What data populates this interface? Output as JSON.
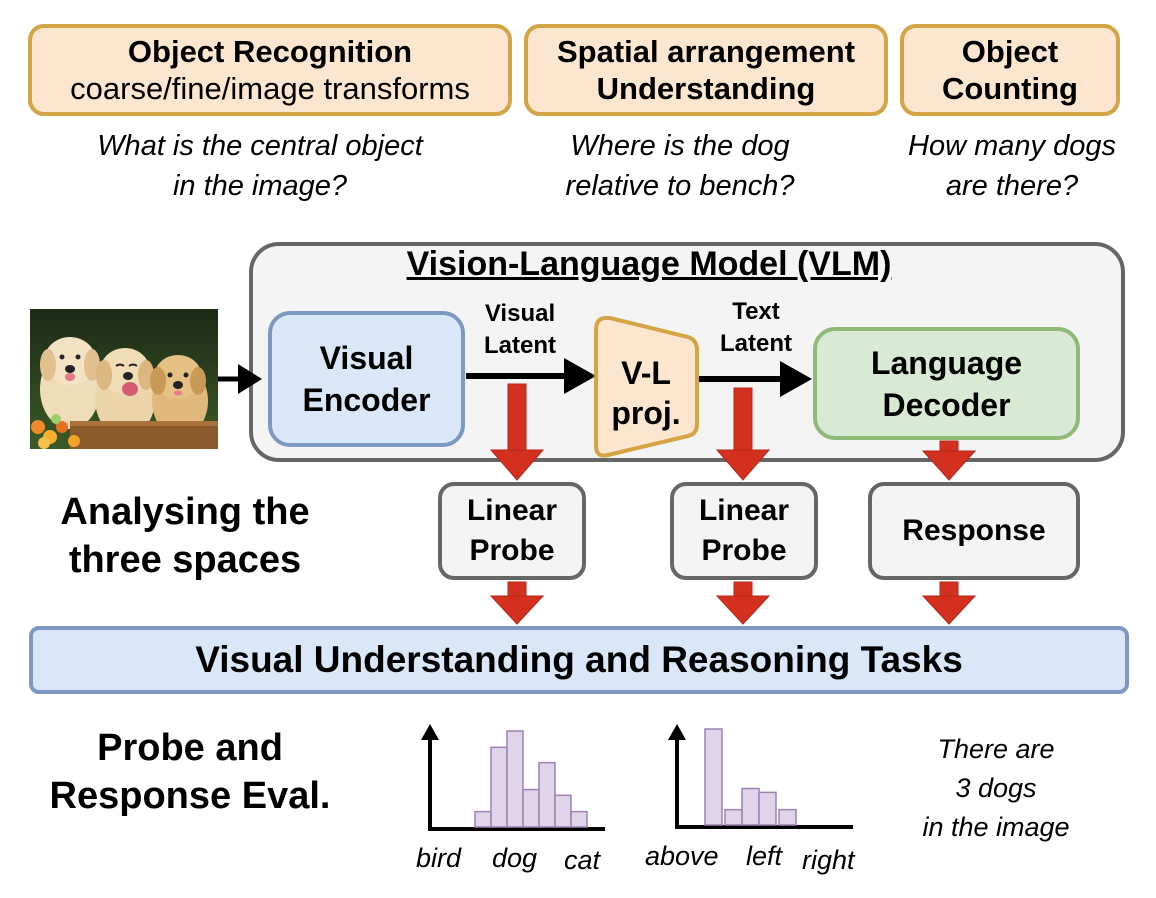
{
  "colors": {
    "task_fill": "#fce6cf",
    "task_border": "#d4a445",
    "encoder_fill": "#dae7f8",
    "encoder_border": "#7d98c2",
    "decoder_fill": "#d8e9d4",
    "decoder_border": "#8fba77",
    "probe_fill": "#f4f4f4",
    "probe_border": "#666666",
    "red_arrow": "#d3301f",
    "bar_fill": "#e0d4ea",
    "bar_border": "#9e82b4"
  },
  "task_categories": [
    {
      "title": "Object Recognition",
      "subtitle": "coarse/fine/image transforms",
      "question_line1": "What is the central object",
      "question_line2": "in the image?"
    },
    {
      "title": "Spatial arrangement",
      "subtitle": "Understanding",
      "question_line1": "Where is the dog",
      "question_line2": "relative to bench?"
    },
    {
      "title": "Object",
      "subtitle": "Counting",
      "question_line1": "How many dogs",
      "question_line2": "are there?"
    }
  ],
  "input_image": {
    "alt": "Three golden retriever puppies on a wooden bench"
  },
  "vlm": {
    "title": "Vision-Language Model (VLM)",
    "encoder_line1": "Visual",
    "encoder_line2": "Encoder",
    "visual_latent_line1": "Visual",
    "visual_latent_line2": "Latent",
    "projector_line1": "V-L",
    "projector_line2": "proj.",
    "text_latent_line1": "Text",
    "text_latent_line2": "Latent",
    "decoder_line1": "Language",
    "decoder_line2": "Decoder"
  },
  "analysis": {
    "label_line1": "Analysing the",
    "label_line2": "three spaces",
    "probe1_line1": "Linear",
    "probe1_line2": "Probe",
    "probe2_line1": "Linear",
    "probe2_line2": "Probe",
    "response": "Response"
  },
  "tasks_bar": "Visual Understanding and Reasoning Tasks",
  "evaluation": {
    "label_line1": "Probe and",
    "label_line2": "Response Eval.",
    "answer_line1": "There are",
    "answer_line2": "3 dogs",
    "answer_line3": "in the image"
  },
  "chart_data": [
    {
      "type": "bar",
      "title": "",
      "xlabel": "",
      "ylabel": "",
      "tick_labels": [
        "bird",
        "dog",
        "cat"
      ],
      "values": [
        0.16,
        0.83,
        1.0,
        0.39,
        0.67,
        0.33,
        0.16
      ],
      "ylim": [
        0,
        1.1
      ]
    },
    {
      "type": "bar",
      "title": "",
      "xlabel": "",
      "ylabel": "",
      "tick_labels": [
        "above",
        "left",
        "right"
      ],
      "values": [
        1.0,
        0.16,
        0.38,
        0.34,
        0.16
      ],
      "ylim": [
        0,
        1.1
      ]
    }
  ]
}
